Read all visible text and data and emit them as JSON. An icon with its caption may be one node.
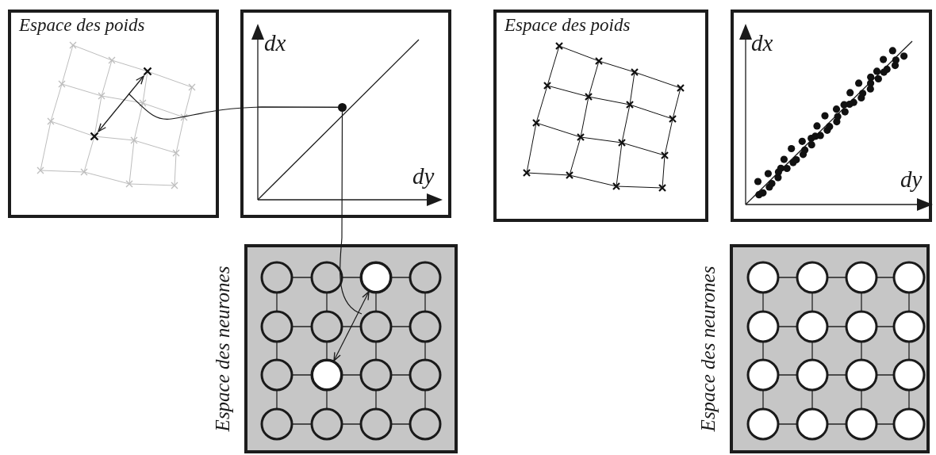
{
  "diagram": {
    "nodes": [
      {
        "text": [
          "Espace des poids"
        ]
      },
      {
        "text": [
          "dx",
          "dy"
        ]
      },
      {
        "text": [],
        "shape": "box",
        "beside": [
          "Espace des neurones"
        ]
      },
      {
        "text": [
          "Espace des poids"
        ]
      },
      {
        "text": [
          "dx",
          "dy"
        ]
      },
      {
        "text": [],
        "shape": "box",
        "beside": [
          "Espace des neurones"
        ]
      },
      {
        "text": [],
        "shape": "cross",
        "in": 0
      },
      {
        "text": [],
        "shape": "cross",
        "in": 0
      },
      {
        "text": [],
        "shape": "circle",
        "in": 2
      },
      {
        "text": [],
        "shape": "circle",
        "in": 2
      },
      {
        "text": [],
        "shape": "circle",
        "in": 1
      }
    ],
    "edges": [
      {
        "from": 6,
        "to": 7,
        "arrow": "both"
      },
      {
        "from": 8,
        "to": 9,
        "arrow": "both"
      },
      {
        "from": null,
        "to": 10,
        "arrow": "none"
      },
      {
        "from": 10,
        "to": null,
        "arrow": "none"
      }
    ]
  }
}
